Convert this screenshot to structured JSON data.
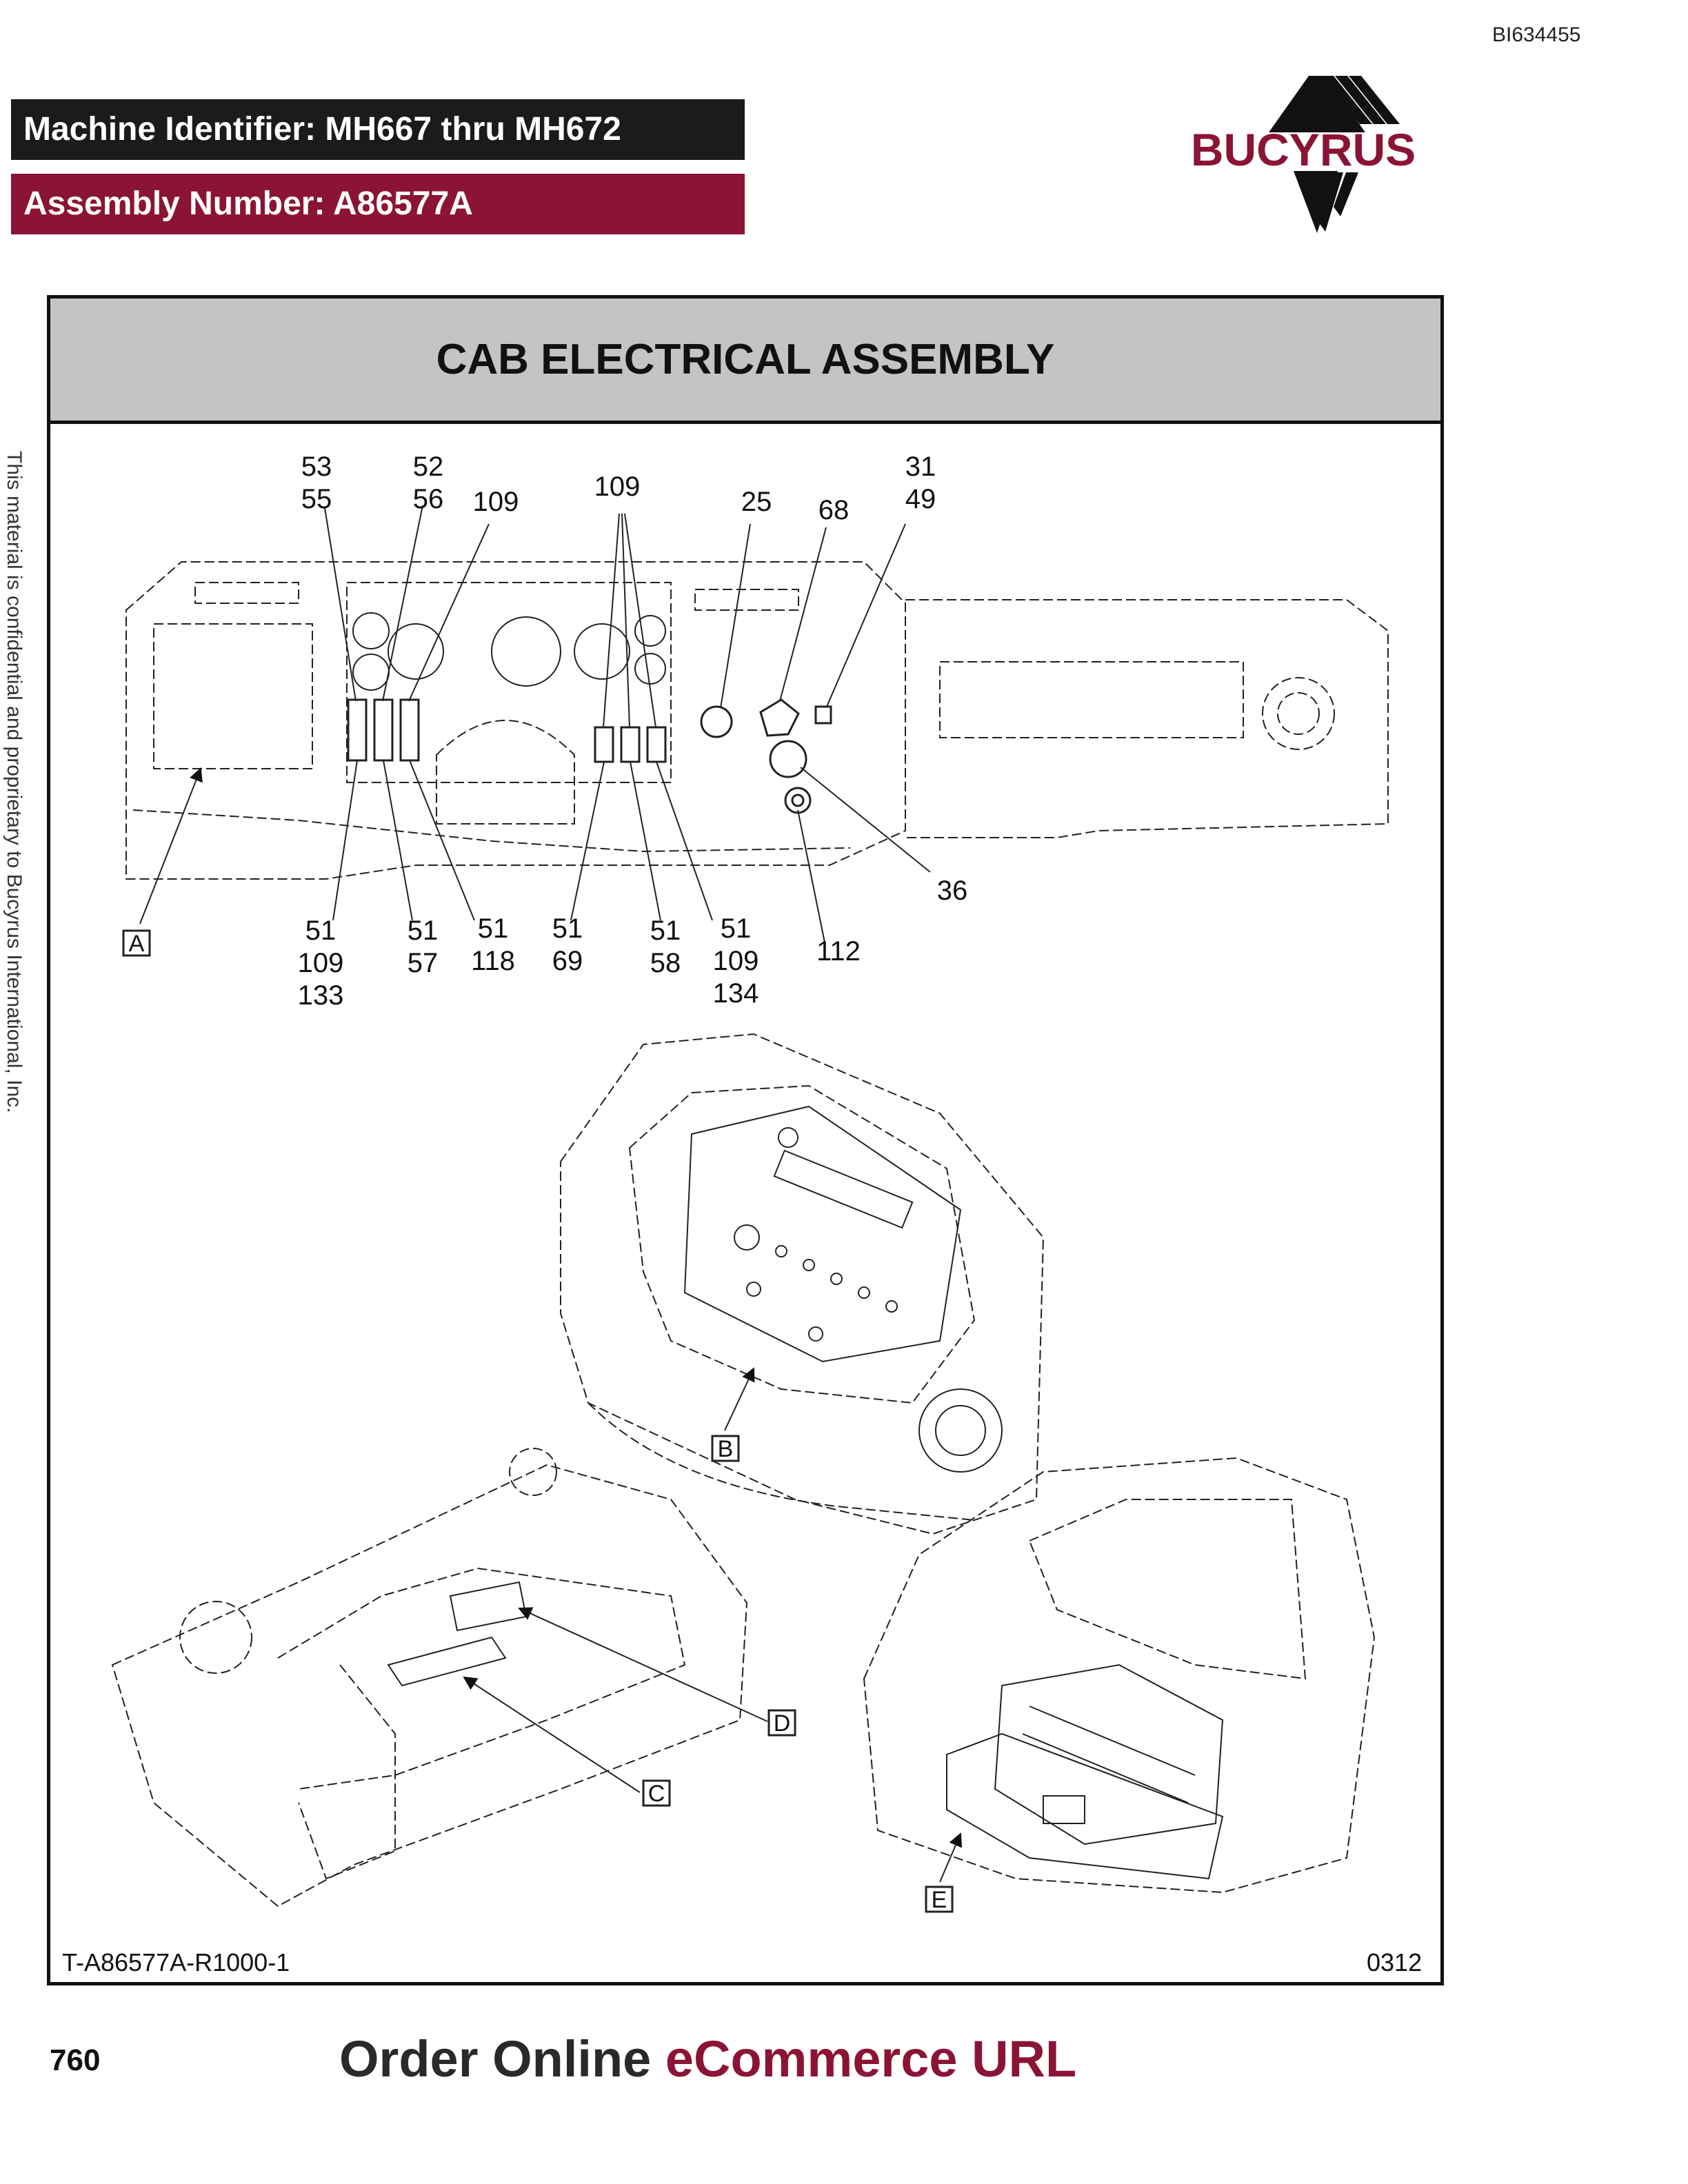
{
  "header": {
    "doc_id": "BI634455",
    "machine_identifier": "Machine Identifier: MH667 thru MH672",
    "assembly_number": "Assembly Number: A86577A",
    "logo_text": "BUCYRUS",
    "brand_color": "#8b1436"
  },
  "title": "CAB ELECTRICAL ASSEMBLY",
  "side_note": "This material is confidential and proprietary to Bucyrus International, Inc.",
  "callouts_top": {
    "c1": [
      "53",
      "55"
    ],
    "c2": [
      "52",
      "56"
    ],
    "c3": "109",
    "c4": "109",
    "c5": "25",
    "c6": "68",
    "c7": [
      "31",
      "49"
    ]
  },
  "callouts_bottom": {
    "b1": [
      "51",
      "109",
      "133"
    ],
    "b2": [
      "51",
      "57"
    ],
    "b3": [
      "51",
      "118"
    ],
    "b4": [
      "51",
      "69"
    ],
    "b5": [
      "51",
      "58"
    ],
    "b6": [
      "51",
      "109",
      "134"
    ],
    "b7": "112",
    "b8": "36"
  },
  "views": {
    "a": "A",
    "b": "B",
    "c": "C",
    "d": "D",
    "e": "E"
  },
  "footer": {
    "figure_id": "T-A86577A-R1000-1",
    "figure_code": "0312",
    "page_number": "760",
    "order_text": "Order Online",
    "order_url": "eCommerce URL"
  }
}
